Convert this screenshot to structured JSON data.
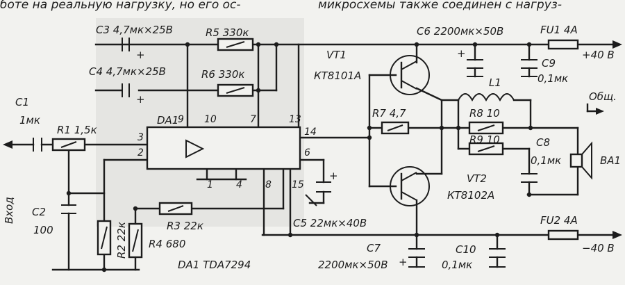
{
  "background_text": {
    "top_left": "боте на реальную нагрузку, но его ос-",
    "top_right": "микросхемы также соединен с нагруз-"
  },
  "labels": {
    "c3": "C3 4,7мк×25В",
    "c4": "C4 4,7мк×25В",
    "r5": "R5 330к",
    "r6": "R6 330к",
    "da1_top": "DA1",
    "vt1": "VT1",
    "vt1_type": "КТ8101А",
    "c6": "C6 2200мк×50В",
    "fu1": "FU1 4А",
    "plus40": "+40 В",
    "c9": "C9",
    "c9_val": "0,1мк",
    "gnd": "Общ.",
    "l1": "L1",
    "c1": "C1",
    "c1_val": "1мк",
    "r1": "R1 1,5к",
    "r7": "R7 4,7",
    "r8": "R8 10",
    "r9": "R9 10",
    "c8": "C8",
    "c8_val": "0,1мк",
    "ba1": "BA1",
    "vt2": "VT2",
    "vt2_type": "КТ8102А",
    "vhod": "Вход",
    "c2": "C2",
    "c2_val": "100",
    "r2": "R2 22к",
    "r4": "R4 680",
    "r3": "R3 22к",
    "c5": "C5 22мк×40В",
    "fu2": "FU2 4А",
    "minus40": "−40 В",
    "c7": "C7",
    "c7_val": "2200мк×50В",
    "c10": "C10",
    "c10_val": "0,1мк",
    "da1_type": "DA1 TDA7294",
    "plus_sign": "+"
  },
  "pins": [
    "9",
    "10",
    "7",
    "13",
    "3",
    "2",
    "14",
    "6",
    "1",
    "4",
    "8",
    "15"
  ],
  "colors": {
    "ink": "#1c1c1c",
    "paper": "#f2f2ef"
  }
}
